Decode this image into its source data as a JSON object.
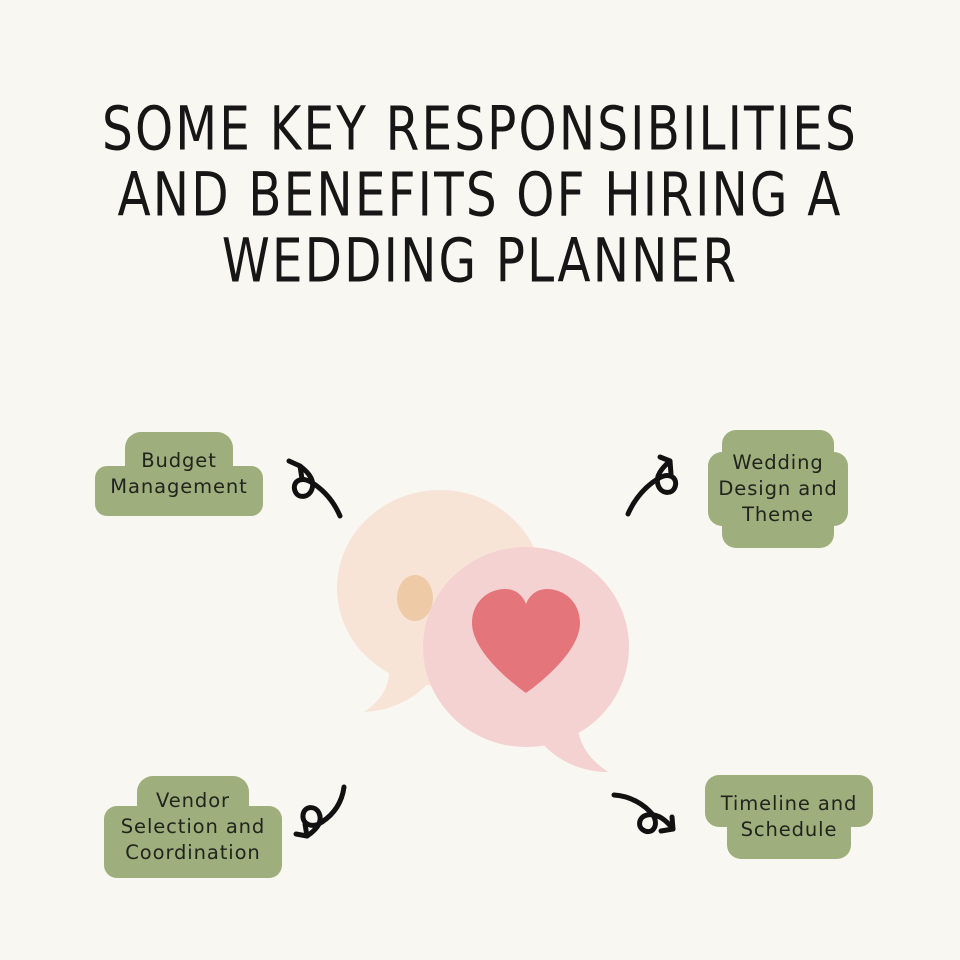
{
  "poster": {
    "background_color": "#f9f7f1",
    "title": {
      "line1": "Some Key Responsibilities",
      "line2": "and Benefits of Hiring a",
      "line3": "Wedding Planner",
      "color": "#161616"
    },
    "labels": [
      {
        "id": "budget",
        "text": "Budget\nManagement",
        "position": "top-left",
        "background_color": "#9fae7d",
        "text_color": "#20241c"
      },
      {
        "id": "design",
        "text": "Wedding\nDesign and\nTheme",
        "position": "top-right",
        "background_color": "#9fae7d",
        "text_color": "#20241c"
      },
      {
        "id": "vendor",
        "text": "Vendor\nSelection and\nCoordination",
        "position": "bottom-left",
        "background_color": "#9fae7d",
        "text_color": "#20241c"
      },
      {
        "id": "timeline",
        "text": "Timeline and\nSchedule",
        "position": "bottom-right",
        "background_color": "#9fae7d",
        "text_color": "#20241c"
      }
    ],
    "illustration": {
      "name": "two-overlapping-speech-bubbles",
      "back_bubble": {
        "name": "cream-speech-bubble-with-dots",
        "fill": "#f7e4d6",
        "dot_fill": "#eecaa7",
        "dot_count": 2
      },
      "front_bubble": {
        "name": "pink-speech-bubble-with-heart",
        "fill": "#f5d2d2",
        "heart_fill": "#e4757a"
      }
    },
    "arrows": [
      {
        "id": "arrow-top-left",
        "direction": "up-left",
        "color": "#111111"
      },
      {
        "id": "arrow-top-right",
        "direction": "up-right",
        "color": "#111111"
      },
      {
        "id": "arrow-bottom-left",
        "direction": "down-left",
        "color": "#111111"
      },
      {
        "id": "arrow-bottom-right",
        "direction": "right",
        "color": "#111111"
      }
    ]
  }
}
